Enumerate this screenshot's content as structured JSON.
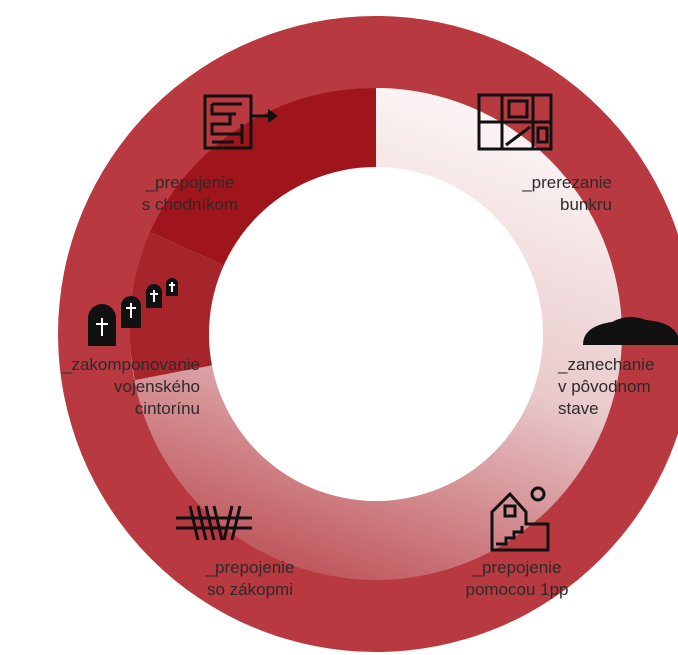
{
  "diagram": {
    "colors": {
      "outer_ring": "#b5383e",
      "inner_ring_dark": "#a31218",
      "inner_ring_light": "#f5e6e7",
      "icon": "#111111"
    },
    "items": [
      {
        "id": "prepojenie-chodnik",
        "icon": "maze-arrow-icon",
        "lines": [
          "_prepojenie",
          "s chodníkom"
        ]
      },
      {
        "id": "prerezanie-bunkru",
        "icon": "bunker-section-icon",
        "lines": [
          "_prerezanie",
          "bunkru"
        ]
      },
      {
        "id": "zanechanie",
        "icon": "bunker-mound-icon",
        "lines": [
          "_zanechanie",
          "v pôvodnom",
          "stave"
        ]
      },
      {
        "id": "prepojenie-1pp",
        "icon": "house-stairs-icon",
        "lines": [
          "_prepojenie",
          "pomocou 1pp"
        ]
      },
      {
        "id": "prepojenie-zakopy",
        "icon": "barbed-wire-icon",
        "lines": [
          "_prepojenie",
          "so zákopmi"
        ]
      },
      {
        "id": "cintorin",
        "icon": "graves-icon",
        "lines": [
          "_zakomponovanie",
          "vojenského",
          "cintorínu"
        ]
      }
    ]
  }
}
